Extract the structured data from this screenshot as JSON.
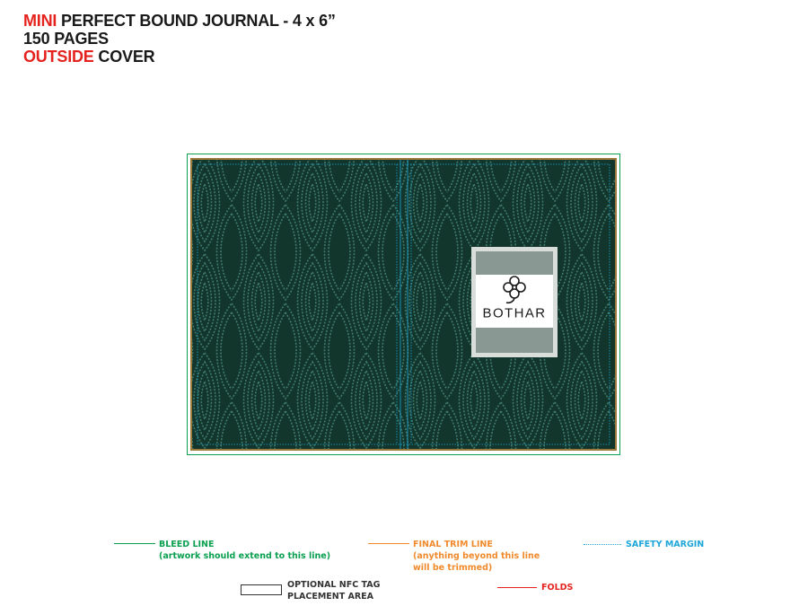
{
  "header": {
    "line1_highlight": "MINI",
    "line1_rest": " PERFECT BOUND JOURNAL - 4 x 6”",
    "line2": "150 PAGES",
    "line3_highlight": "OUTSIDE",
    "line3_rest": " COVER"
  },
  "cover": {
    "logo_text": "BOTHAR",
    "logo_icon": "clover-knot-icon",
    "pattern_color": "#12352c",
    "pattern_line_color": "#3f7a6c",
    "logo_panel_color": "#8a9893"
  },
  "legend": {
    "bleed_line": {
      "label": "BLEED LINE",
      "note": "(artwork should extend to this line)",
      "color": "#0aa050"
    },
    "final_trim_line": {
      "label": "FINAL TRIM LINE",
      "note_line1": "(anything beyond this line",
      "note_line2": "will be trimmed)",
      "color": "#f08a2c"
    },
    "safety_margin": {
      "label": "SAFETY MARGIN",
      "color": "#1ea6d8"
    },
    "nfc_tag": {
      "label_line1": "OPTIONAL NFC TAG",
      "label_line2": "PLACEMENT AREA",
      "color": "#333333"
    },
    "folds": {
      "label": "FOLDS",
      "color": "#e4231f"
    }
  }
}
